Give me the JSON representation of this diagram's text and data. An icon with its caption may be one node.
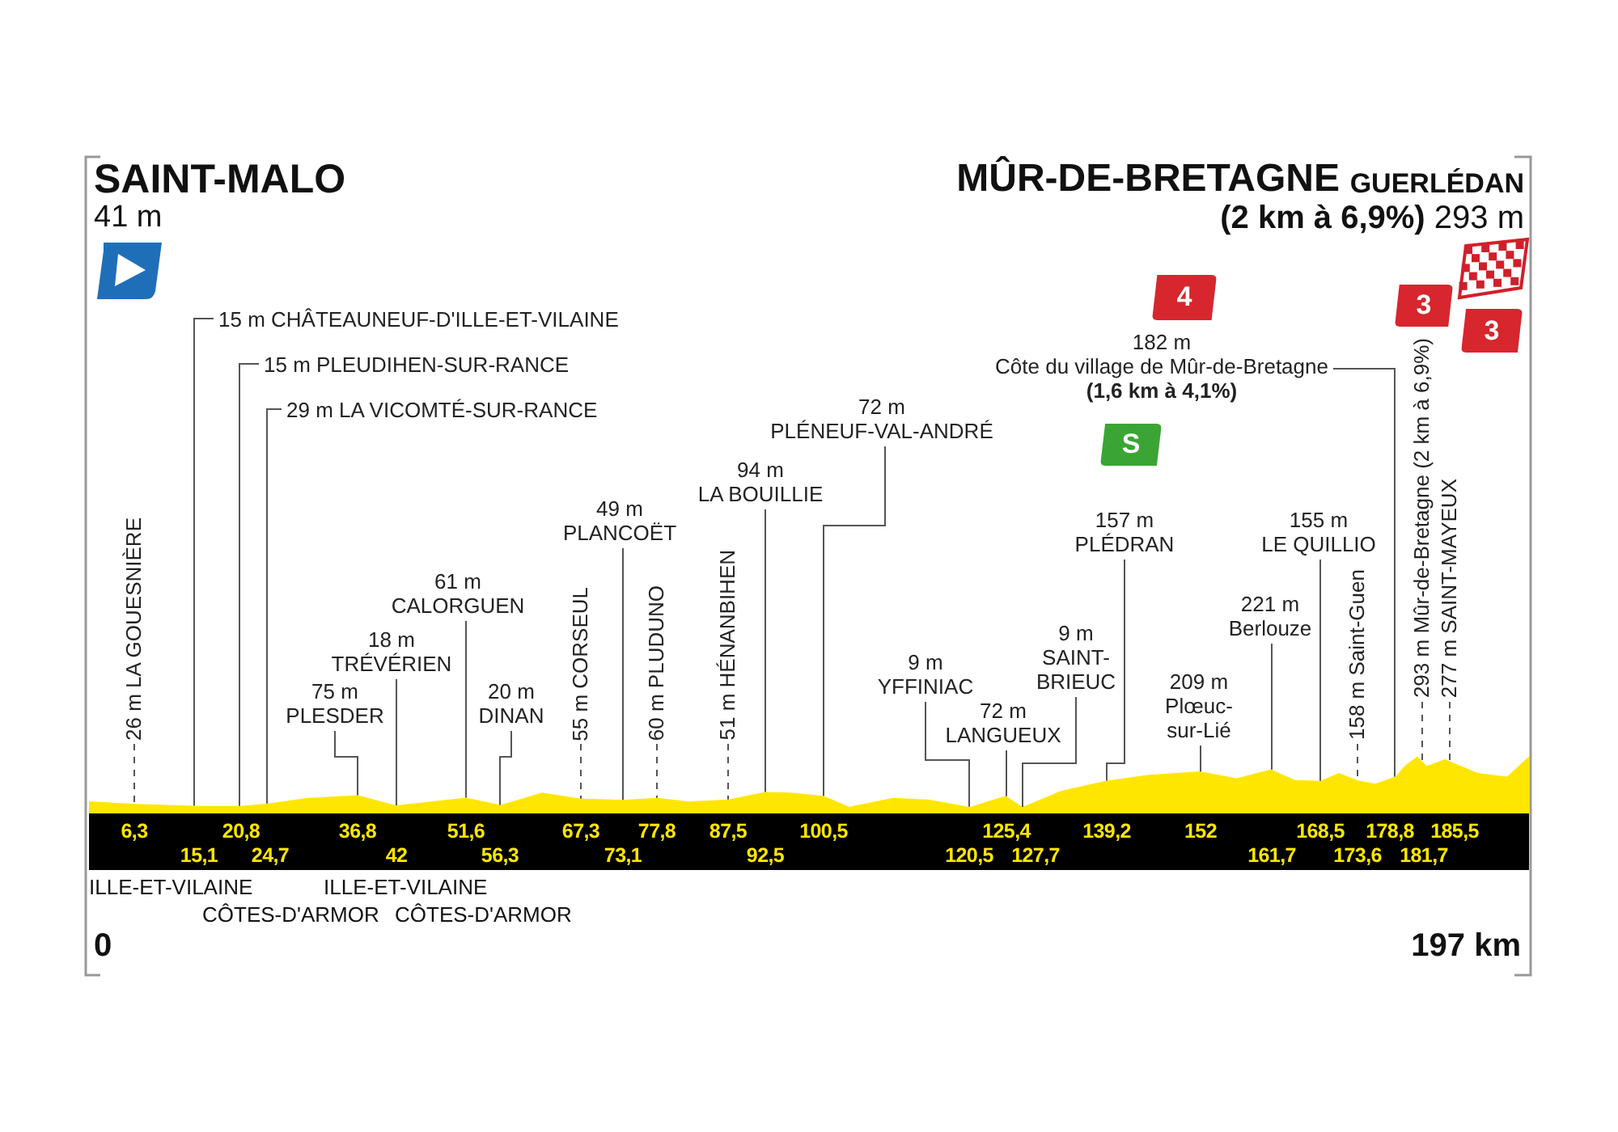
{
  "diagram": {
    "nodes": [
      {
        "text": [
          "26 m LA GOUESNIÈRE"
        ]
      },
      {
        "text": [
          "15 m CHÂTEAUNEUF-D'ILLE-ET-VILAINE"
        ]
      },
      {
        "text": [
          "15 m PLEUDIHEN-SUR-RANCE"
        ]
      },
      {
        "text": [
          "29 m LA VICOMTÉ-SUR-RANCE"
        ]
      },
      {
        "text": [
          "75 m",
          "PLESDER"
        ]
      },
      {
        "text": [
          "18 m",
          "TRÉVÉRIEN"
        ]
      },
      {
        "text": [
          "61 m",
          "CALORGUEN"
        ]
      },
      {
        "text": [
          "20 m",
          "DINAN"
        ]
      },
      {
        "text": [
          "55 m CORSEUL"
        ]
      },
      {
        "text": [
          "49 m",
          "PLANCOËT"
        ]
      },
      {
        "text": [
          "60 m PLUDUNO"
        ]
      },
      {
        "text": [
          "51 m HÉNANBIHEN"
        ]
      },
      {
        "text": [
          "94 m",
          "LA BOUILLIE"
        ]
      },
      {
        "text": [
          "72 m",
          "PLÉNEUF-VAL-ANDRÉ"
        ]
      },
      {
        "text": [
          "9 m",
          "YFFINIAC"
        ]
      },
      {
        "text": [
          "72 m",
          "LANGUEUX"
        ]
      },
      {
        "text": [
          "9 m",
          "SAINT-BRIEUC"
        ]
      },
      {
        "text": [
          "S"
        ]
      },
      {
        "text": [
          "157 m",
          "PLÉDRAN"
        ]
      },
      {
        "text": [
          "209 m",
          "Plœuc-sur-Lié"
        ]
      },
      {
        "text": [
          "4"
        ]
      },
      {
        "text": [
          "182 m",
          "Côte du village de Mûr-de-Bretagne",
          "(1,6 km à 4,1%)"
        ]
      },
      {
        "text": [
          "221 m",
          "Berlouze"
        ]
      },
      {
        "text": [
          "155 m",
          "LE QUILLIO"
        ]
      },
      {
        "text": [
          "158 m Saint-Guen"
        ]
      },
      {
        "text": [
          "293 m Mûr-de-Bretagne (2 km à 6,9%)"
        ]
      },
      {
        "text": [
          "277 m SAINT-MAYEUX"
        ]
      },
      {
        "text": [
          "3"
        ]
      },
      {
        "text": [
          "3"
        ]
      },
      {
        "text": [],
        "shape": "picture"
      }
    ],
    "edges": [
      {
        "from": 0,
        "to": 29,
        "arrow": "none",
        "style": "dashed"
      },
      {
        "from": 1,
        "to": 29,
        "arrow": "none"
      },
      {
        "from": 2,
        "to": 29,
        "arrow": "none"
      },
      {
        "from": 3,
        "to": 29,
        "arrow": "none"
      },
      {
        "from": 4,
        "to": 29,
        "arrow": "none"
      },
      {
        "from": 5,
        "to": 29,
        "arrow": "none"
      },
      {
        "from": 6,
        "to": 29,
        "arrow": "none"
      },
      {
        "from": 7,
        "to": 29,
        "arrow": "none"
      },
      {
        "from": 8,
        "to": 29,
        "arrow": "none",
        "style": "dashed"
      },
      {
        "from": 9,
        "to": 29,
        "arrow": "none"
      },
      {
        "from": 10,
        "to": 29,
        "arrow": "none",
        "style": "dashed"
      },
      {
        "from": 11,
        "to": 29,
        "arrow": "none",
        "style": "dashed"
      },
      {
        "from": 12,
        "to": 29,
        "arrow": "none"
      },
      {
        "from": 13,
        "to": 29,
        "arrow": "none"
      },
      {
        "from": 14,
        "to": 29,
        "arrow": "none"
      },
      {
        "from": 15,
        "to": 29,
        "arrow": "none"
      },
      {
        "from": 16,
        "to": 29,
        "arrow": "none"
      },
      {
        "from": 18,
        "to": 29,
        "arrow": "none"
      },
      {
        "from": 19,
        "to": 29,
        "arrow": "none"
      },
      {
        "from": 21,
        "to": 29,
        "arrow": "none"
      },
      {
        "from": 22,
        "to": 29,
        "arrow": "none"
      },
      {
        "from": 23,
        "to": 29,
        "arrow": "none"
      },
      {
        "from": 24,
        "to": 29,
        "arrow": "none",
        "style": "dashed"
      },
      {
        "from": 25,
        "to": 29,
        "arrow": "none",
        "style": "dashed"
      },
      {
        "from": 26,
        "to": 29,
        "arrow": "none",
        "style": "dashed"
      }
    ],
    "labels": [
      "SAINT-MALO",
      "41 m",
      "MÛR-DE-BRETAGNE",
      "GUERLÉDAN",
      "**(2 km à 6,9%)** 293 m",
      "6,3",
      "20,8",
      "36,8",
      "51,6",
      "67,3",
      "77,8",
      "87,5",
      "100,5",
      "125,4",
      "139,2",
      "152",
      "168,5",
      "178,8",
      "185,5",
      "15,1",
      "24,7",
      "42",
      "56,3",
      "73,1",
      "92,5",
      "120,5",
      "127,7",
      "161,7",
      "173,6",
      "181,7",
      "ILLE-ET-VILAINE",
      "ILLE-ET-VILAINE",
      "CÔTES-D'ARMOR",
      "CÔTES-D'ARMOR",
      "0",
      "197 km"
    ]
  }
}
